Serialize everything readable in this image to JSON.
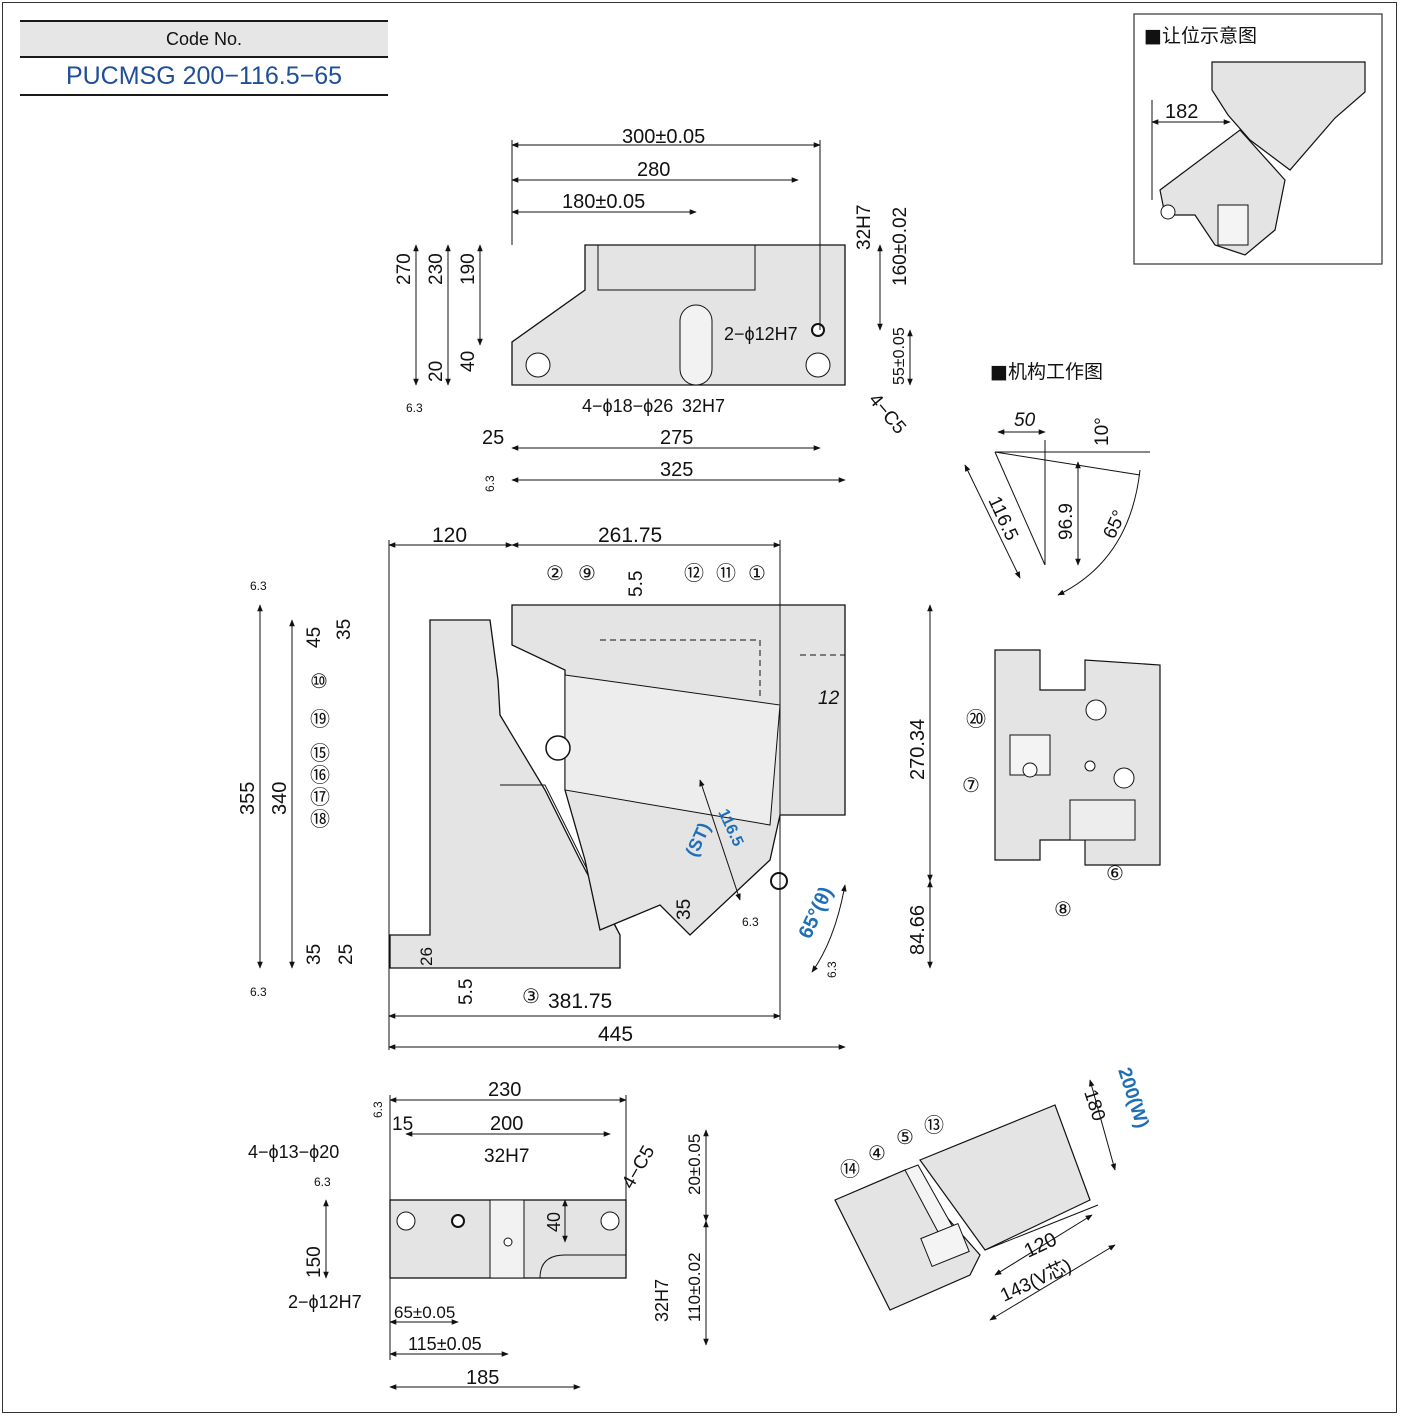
{
  "code_box": {
    "header": "Code No.",
    "value": "PUCMSG 200−116.5−65"
  },
  "inset_top": {
    "title": "■让位示意图",
    "dim": "182"
  },
  "inset_mech": {
    "title": "■机构工作图",
    "d50": "50",
    "d10": "10°",
    "d116": "116.5",
    "d969": "96.9",
    "d65": "65°"
  },
  "top_view": {
    "d300": "300±0.05",
    "d280": "280",
    "d180": "180±0.05",
    "d32h7": "32H7",
    "d160": "160±0.02",
    "d270": "270",
    "d230": "230",
    "d190": "190",
    "d20": "20",
    "d40": "40",
    "holes_12": "2−ϕ12H7",
    "d55": "55±0.05",
    "holes_18": "4−ϕ18−ϕ26",
    "d32h7b": "32H7",
    "c5": "4−C5",
    "d25": "25",
    "d275": "275",
    "d325": "325",
    "r63a": "6.3",
    "r63b": "6.3"
  },
  "front_view": {
    "d120": "120",
    "d261": "261.75",
    "d55": "5.5",
    "d12": "12",
    "d270": "270.34",
    "d8466": "84.66",
    "d355": "355",
    "d340": "340",
    "d45": "45",
    "d35t": "35",
    "d35b": "35",
    "d25": "25",
    "d26": "26",
    "d55b": "5.5",
    "d381": "381.75",
    "d445": "445",
    "d35s": "35",
    "st": "(ST)",
    "st_val": "116.5",
    "angle": "65°(θ)",
    "r63a": "6.3",
    "r63b": "6.3",
    "r63c": "6.3",
    "r63d": "6.3",
    "callouts": [
      "②",
      "⑨",
      "⑫",
      "⑪",
      "①",
      "⑩",
      "⑲",
      "⑮",
      "⑯",
      "⑰",
      "⑱",
      "③"
    ]
  },
  "detail_view": {
    "callouts": [
      "⑳",
      "⑦",
      "⑥",
      "⑧"
    ]
  },
  "bottom_view": {
    "d230": "230",
    "d15": "15",
    "d200": "200",
    "d32h7": "32H7",
    "c5": "4−C5",
    "d20": "20±0.05",
    "holes_13": "4−ϕ13−ϕ20",
    "d40": "40",
    "d150": "150",
    "holes_12": "2−ϕ12H7",
    "d32h7v": "32H7",
    "d110": "110±0.02",
    "d65": "65±0.05",
    "d115": "115±0.05",
    "d185": "185",
    "r63a": "6.3",
    "r63b": "6.3"
  },
  "iso_view": {
    "callouts": [
      "⑭",
      "④",
      "⑤",
      "⑬"
    ],
    "d180": "180",
    "d200w": "200(W)",
    "d120": "120",
    "d143": "143(V芯)"
  }
}
